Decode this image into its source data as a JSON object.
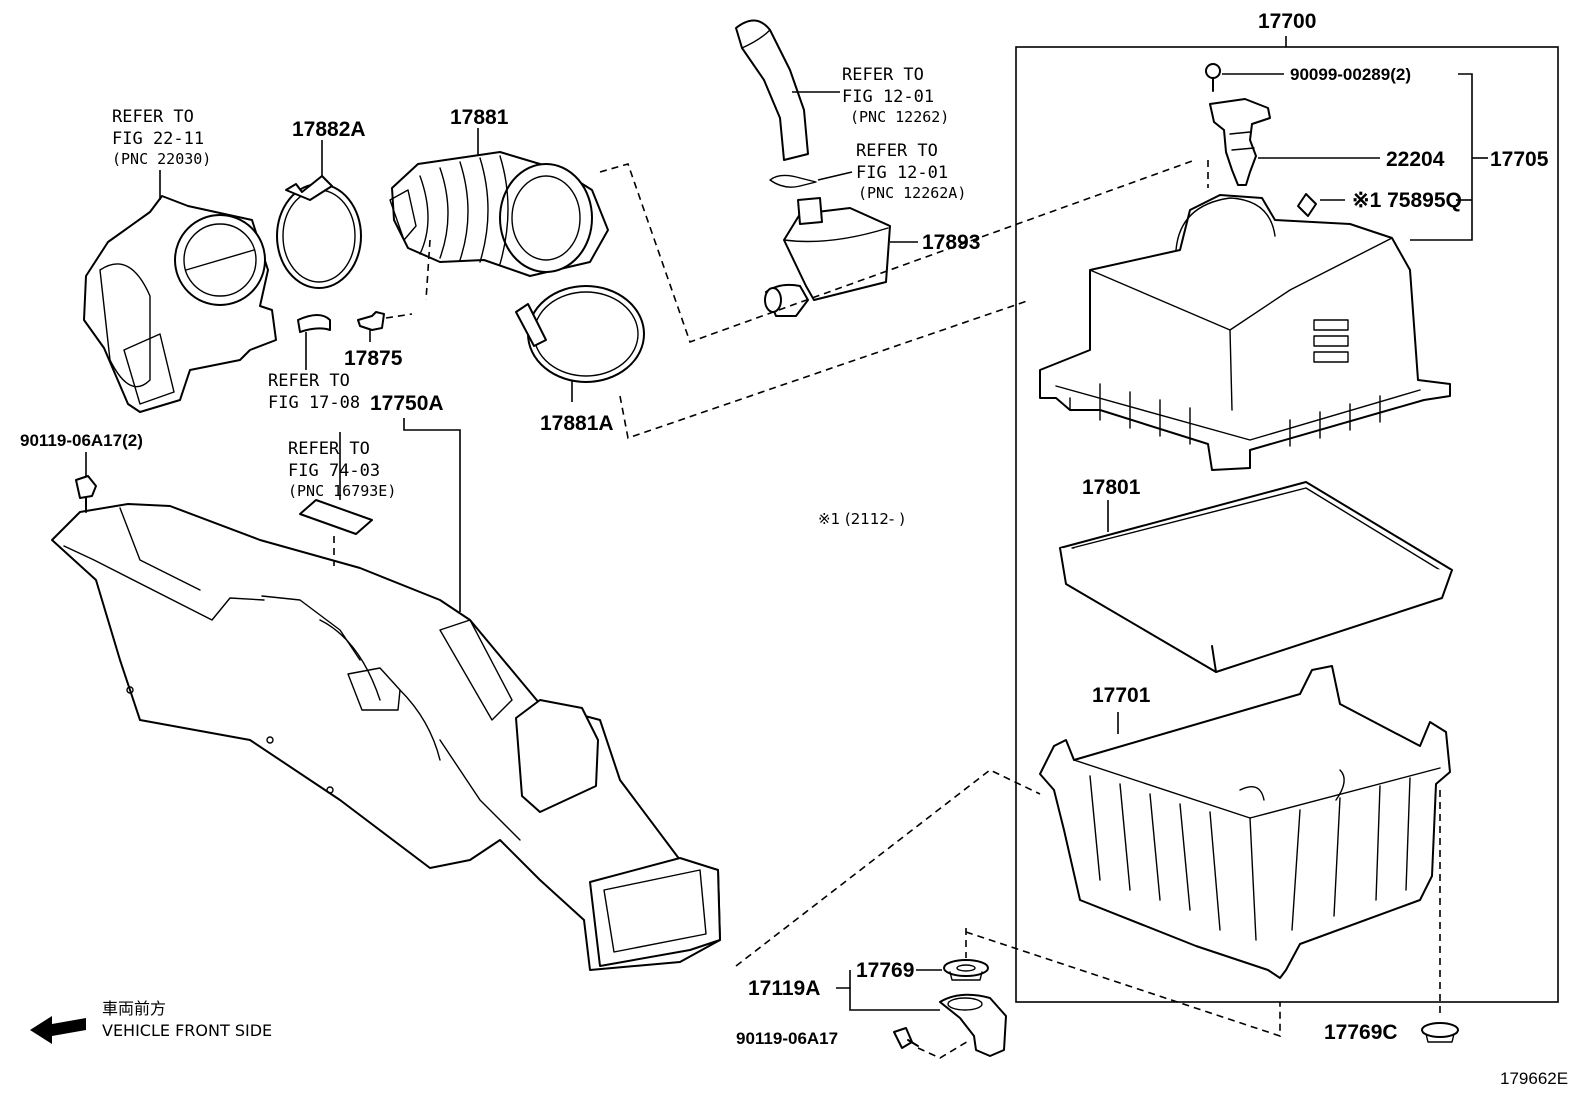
{
  "labels": {
    "assembly_17700": "17700",
    "bolt_90099": "90099-00289(2)",
    "sensor_22204": "22204",
    "cap_17705": "17705",
    "label_75895q": "※1 75895Q",
    "element_17801": "17801",
    "case_17701": "17701",
    "grommet_17769": "17769",
    "bracket_17119a": "17119A",
    "bolt_90119_single": "90119-06A17",
    "grommet_17769c": "17769C",
    "resonator_17893": "17893",
    "hose_17881": "17881",
    "clamp_17882a": "17882A",
    "fitting_17875": "17875",
    "clamp_17881a": "17881A",
    "duct_17750a": "17750A",
    "bolt_90119_pair": "90119-06A17(2)",
    "illustration_id": "179662E"
  },
  "references": {
    "throttle": {
      "line1": "REFER TO",
      "line2": "FIG 22-11",
      "line3": "(PNC 22030)"
    },
    "hose_fig17": {
      "line1": "REFER TO",
      "line2": "FIG 17-08"
    },
    "pipe_top": {
      "line1": "REFER TO",
      "line2": "FIG 12-01",
      "line3": "(PNC 12262)"
    },
    "clip_top": {
      "line1": "REFER TO",
      "line2": "FIG 12-01",
      "line3": "(PNC 12262A)"
    },
    "label_fig74": {
      "line1": "REFER TO",
      "line2": "FIG 74-03",
      "line3": "(PNC 16793E)"
    }
  },
  "note": "※1 (2112-     )",
  "direction": {
    "jp": "車両前方",
    "en": "VEHICLE FRONT SIDE"
  }
}
